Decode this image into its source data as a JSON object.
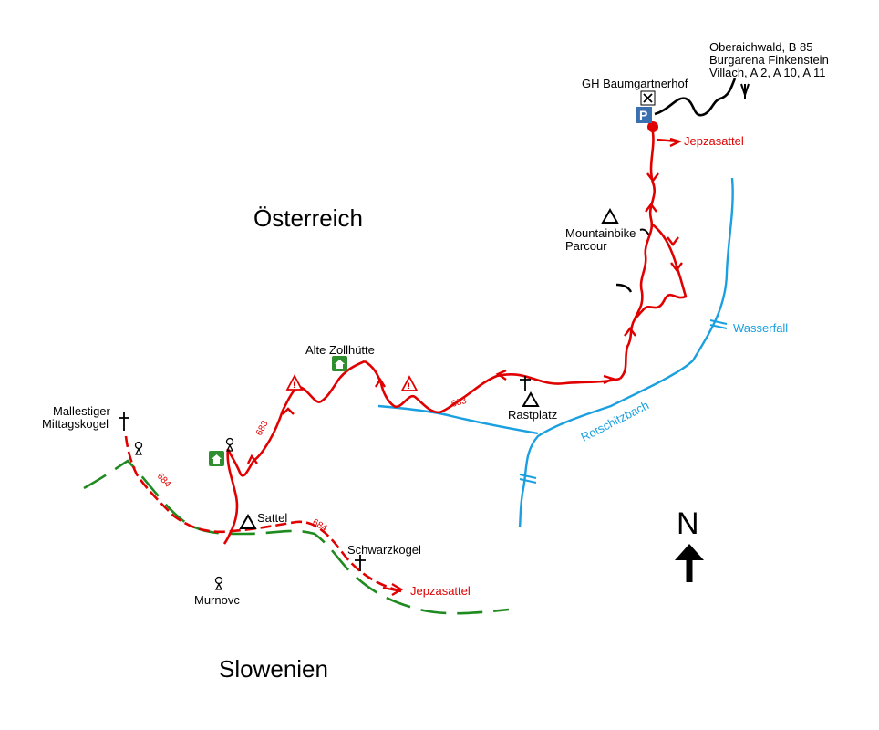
{
  "colors": {
    "trail": "#e00000",
    "border": "#1f8a1f",
    "stream": "#1aa0e0",
    "road": "#000000",
    "parking": "#3a6fb0",
    "hut": "#2f8f2f"
  },
  "countries": {
    "north": "Österreich",
    "south": "Slowenien"
  },
  "places": {
    "start_line1": "Oberaichwald, B 85",
    "start_line2": "Burgarena Finkenstein",
    "start_line3": "Villach, A 2, A 10, A 11",
    "inn": "GH Baumgartnerhof",
    "jepza_top": "Jepzasattel",
    "jepza_bottom": "Jepzasattel",
    "bike_line1": "Mountainbike",
    "bike_line2": "Parcour",
    "rest": "Rastplatz",
    "customs": "Alte Zollhütte",
    "malle_line1": "Mallestiger",
    "malle_line2": "Mittagskogel",
    "saddle": "Sattel",
    "schwarz": "Schwarzkogel",
    "murnovc": "Murnovc"
  },
  "waters": {
    "fall": "Wasserfall",
    "creek": "Rotschitzbach"
  },
  "trails": {
    "t683_a": "683",
    "t683_b": "683",
    "t684_a": "684",
    "t684_b": "684"
  },
  "north_letter": "N",
  "icons": [
    "parking-icon",
    "restaurant-icon",
    "hut-icon",
    "warning-icon",
    "summit-icon",
    "cross-icon",
    "viewpoint-icon",
    "north-arrow-icon"
  ]
}
